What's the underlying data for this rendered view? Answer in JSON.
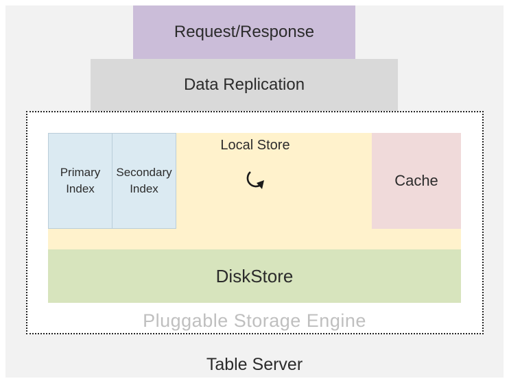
{
  "layers": {
    "table_server": "Table Server",
    "request_response": "Request/Response",
    "data_replication": "Data Replication",
    "storage_engine": "Pluggable Storage Engine"
  },
  "local_store": {
    "label": "Local Store",
    "primary_index": [
      "Primary",
      "Index"
    ],
    "secondary_index": [
      "Secondary",
      "Index"
    ],
    "cache": "Cache",
    "icon": "refresh-icon"
  },
  "disk_store": "DiskStore",
  "colors": {
    "request_response": "#cbbdd9",
    "data_replication": "#d9d9d9",
    "local_store": "#fff2cc",
    "index": "#dbeaf2",
    "cache": "#f0dada",
    "disk_store": "#d7e4bd",
    "table_server": "#f2f2f2"
  }
}
